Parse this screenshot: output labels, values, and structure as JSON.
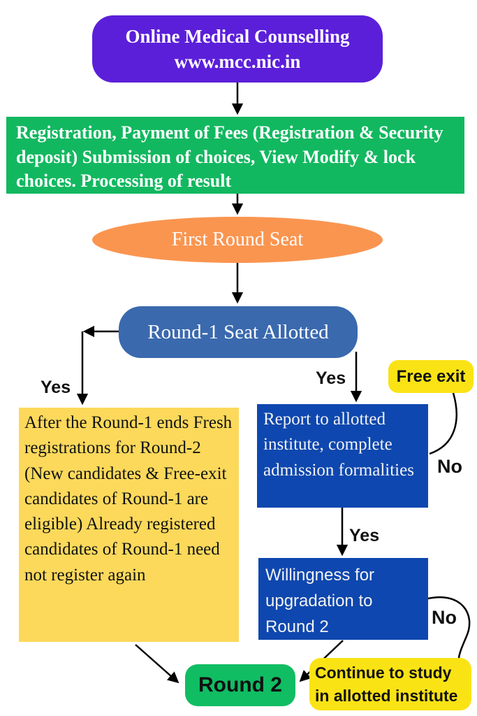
{
  "diagram": {
    "title": {
      "line1": "Online Medical Counselling",
      "line2": "www.mcc.nic.in"
    },
    "process_text": "Registration, Payment of Fees (Registration & Security deposit) Submission of choices, View Modify & lock choices. Processing of result",
    "first_round_label": "First Round Seat",
    "round1_label": "Round-1 Seat Allotted",
    "left_note_text": "After the Round-1 ends Fresh registrations for Round-2 (New candidates & Free-exit candidates of Round-1 are eligible) Already registered candidates of Round-1 need not register again",
    "report_text": "Report to allotted institute, complete admission formalities",
    "willingness_text": "Willingness for upgradation to Round 2",
    "free_exit_label": "Free exit",
    "round2_label": "Round 2",
    "continue_label": "Continue to study in allotted institute",
    "edge_labels": {
      "yes_left": "Yes",
      "yes_right": "Yes",
      "no_right": "No",
      "yes_mid": "Yes",
      "no_bottom": "No"
    },
    "colors": {
      "title_bg": "#5b1fd9",
      "process_bg": "#12b860",
      "ellipse_bg": "#fa9550",
      "round1_bg": "#3a69ae",
      "dark_blue_bg": "#0e47af",
      "soft_yellow_bg": "#fcd95b",
      "bright_yellow_bg": "#fae315",
      "round2_bg": "#10bd63",
      "line_color": "#000000",
      "text_light": "#ffffff",
      "text_dark": "#111111"
    }
  }
}
